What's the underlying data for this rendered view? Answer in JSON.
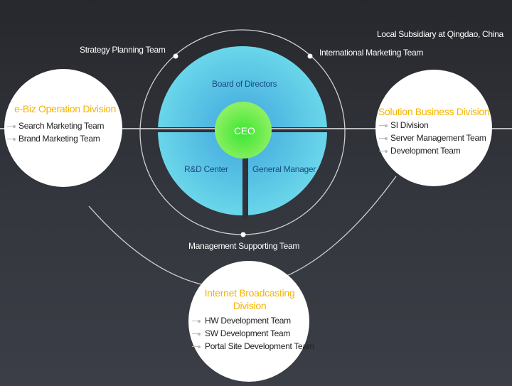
{
  "top_label": "Local Subsidiary at Qingdao, China",
  "outer_ring": {
    "top_left": "Strategy Planning Team",
    "top_right": "International Marketing Team",
    "bottom": "Management Supporting Team"
  },
  "core": {
    "center": "CEO",
    "top": "Board of Directors",
    "bottom_left": "R&D Center",
    "bottom_right": "General Manager"
  },
  "divisions": [
    {
      "title": "e-Biz Operation Division",
      "items": [
        "Search Marketing Team",
        "Brand Marketing Team"
      ]
    },
    {
      "title": "Solution Business Division",
      "items": [
        "SI Division",
        "Server Management Team",
        "Development Team"
      ]
    },
    {
      "title_line1": "Internet Broadcasting",
      "title_line2": "Division",
      "items": [
        "HW Development Team",
        "SW Development Team",
        "Portal Site Development Team"
      ]
    }
  ],
  "colors": {
    "division_title": "#f5b400",
    "core": "#5fcbe6",
    "ceo": "#52e84a",
    "background": "#2f3137"
  }
}
